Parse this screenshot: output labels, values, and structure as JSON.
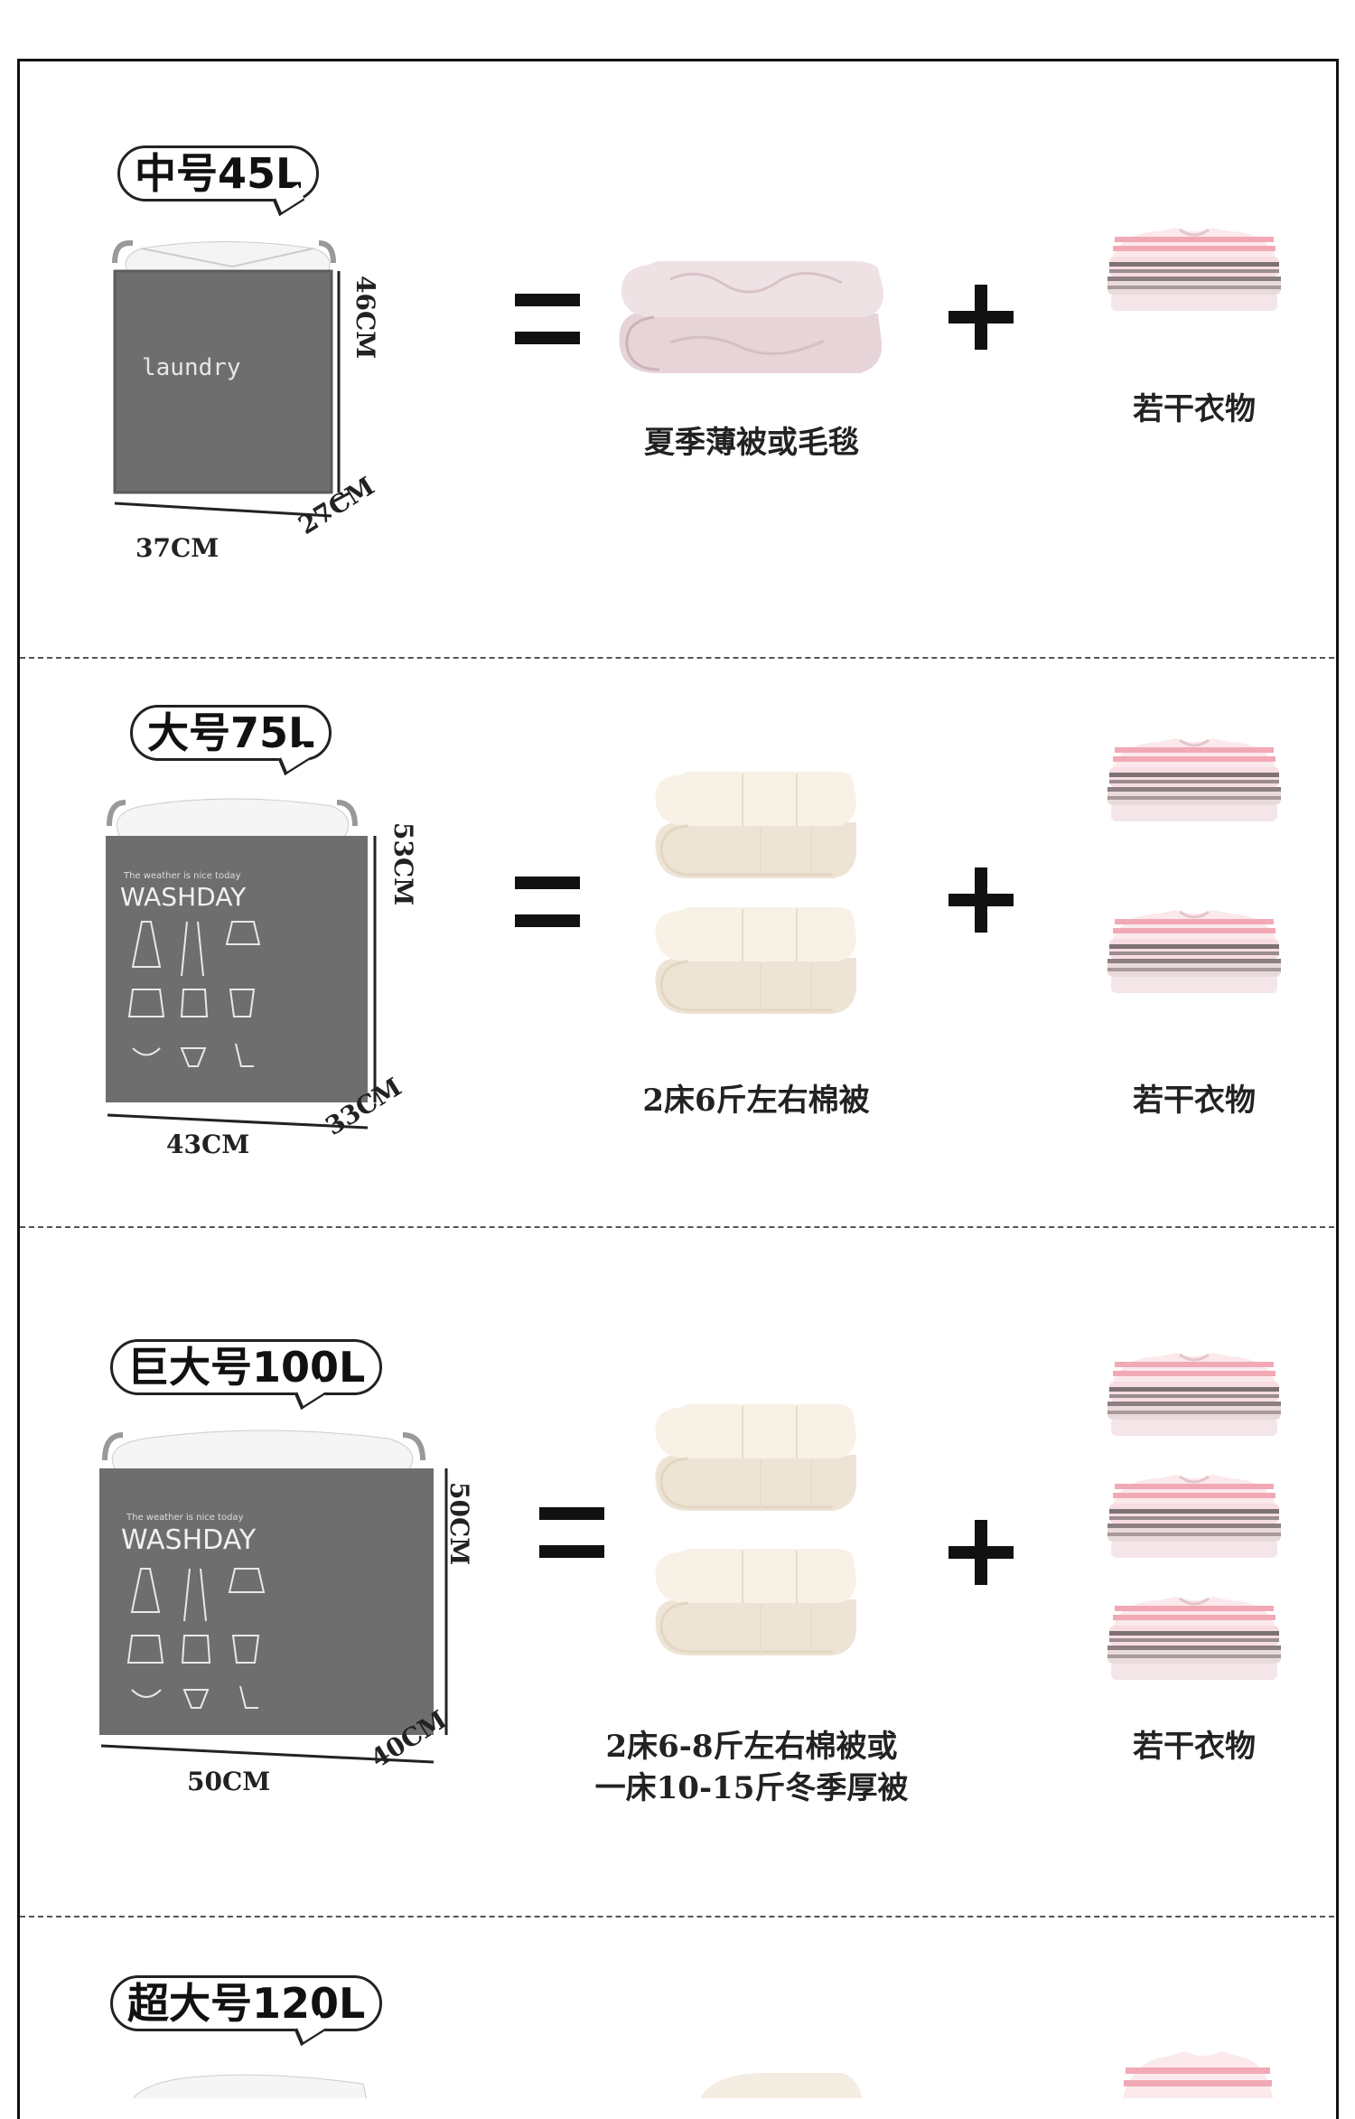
{
  "sections": [
    {
      "size_label": "中号45L",
      "bag_print": "laundry",
      "dims": {
        "height": "46CM",
        "width": "37CM",
        "depth": "27CM"
      },
      "bedding_caption": "夏季薄被或毛毯",
      "clothes_caption": "若干衣物"
    },
    {
      "size_label": "大号75L",
      "bag_print": "WASHDAY",
      "bag_tagline": "The weather is nice today",
      "dims": {
        "height": "53CM",
        "width": "43CM",
        "depth": "33CM"
      },
      "bedding_caption": "2床6斤左右棉被",
      "clothes_caption": "若干衣物"
    },
    {
      "size_label": "巨大号100L",
      "bag_print": "WASHDAY",
      "bag_tagline": "The weather is nice today",
      "dims": {
        "height": "50CM",
        "width": "50CM",
        "depth": "40CM"
      },
      "bedding_caption_line1": "2床6-8斤左右棉被或",
      "bedding_caption_line2": "一床10-15斤冬季厚被",
      "clothes_caption": "若干衣物"
    },
    {
      "size_label": "超大号120L"
    }
  ],
  "colors": {
    "bag_gray": "#6e6e6e",
    "blanket_pink": "#e8d6da",
    "quilt_cream": "#f3ece0",
    "shirt_pink": "#f2a9b6",
    "shirt_stripe": "#8c7f82"
  }
}
